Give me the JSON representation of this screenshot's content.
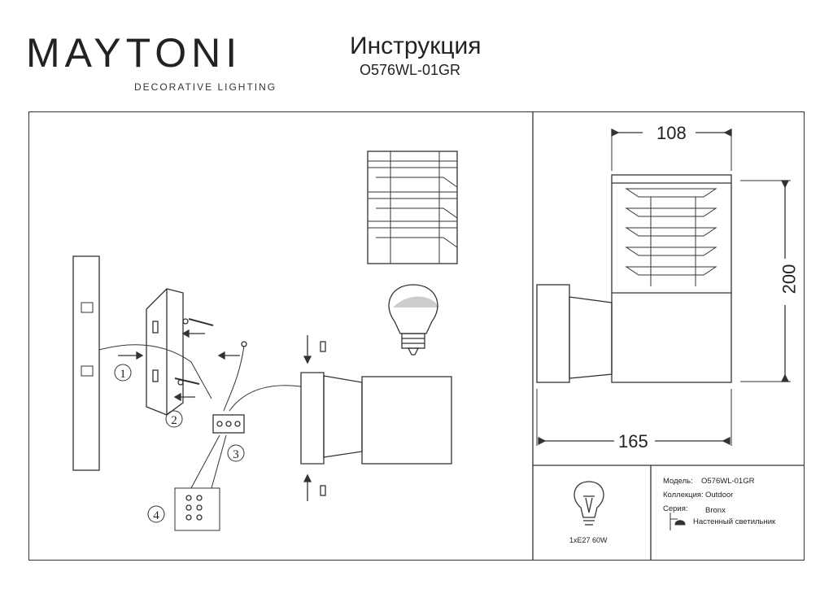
{
  "brand": {
    "name": "MAYTONI",
    "tagline": "DECORATIVE LIGHTING"
  },
  "header": {
    "title": "Инструкция",
    "model_code": "O576WL-01GR"
  },
  "steps": [
    "1",
    "2",
    "3",
    "4"
  ],
  "dimensions": {
    "width": "108",
    "height": "200",
    "depth": "165"
  },
  "lamp": {
    "caption": "1xE27 60W"
  },
  "info": {
    "model_label": "Модель:",
    "model_value": "O576WL-01GR",
    "collection_label": "Коллекция:",
    "collection_value": "Outdoor",
    "series_label": "Серия:",
    "series_value": "Bronx",
    "type_value": "Настенный светильник"
  }
}
